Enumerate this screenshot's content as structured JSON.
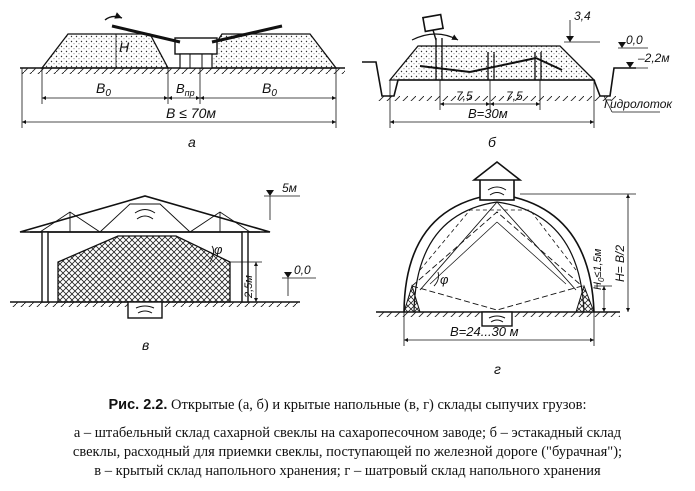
{
  "a": {
    "H": "H",
    "B0_left": "B",
    "B0_left_sub": "0",
    "Bpr": "B",
    "Bpr_sub": "пр",
    "B0_right": "B",
    "B0_right_sub": "0",
    "B_total": "B ≤ 70м",
    "letter": "а"
  },
  "b": {
    "h34": "3,4",
    "h00": "0,0",
    "h22": "–2,2м",
    "d1": "7,5",
    "d2": "7,5",
    "B": "B=30м",
    "channel": "Гидролоток",
    "letter": "б"
  },
  "v": {
    "h5": "5м",
    "h25": "2,5м",
    "phi": "φ",
    "h00": "0,0",
    "letter": "в"
  },
  "g": {
    "h0": "H",
    "h0_sub": "0",
    "h0_val": "≤1,5м",
    "H": "H= B/2",
    "phi": "φ",
    "B": "B=24...30 м",
    "letter": "г"
  },
  "caption": {
    "prefix": "Рис. 2.2.",
    "title": "Открытые (а, б) и крытые напольные (в, г) склады сыпучих грузов:",
    "line1": "а – штабельный склад сахарной свеклы на сахаропесочном заводе; б – эстакадный склад",
    "line2": "свеклы, расходный для приемки свеклы, поступающей по железной дороге (\"бурачная\");",
    "line3": "в – крытый склад напольного хранения; г – шатровый склад напольного хранения"
  }
}
